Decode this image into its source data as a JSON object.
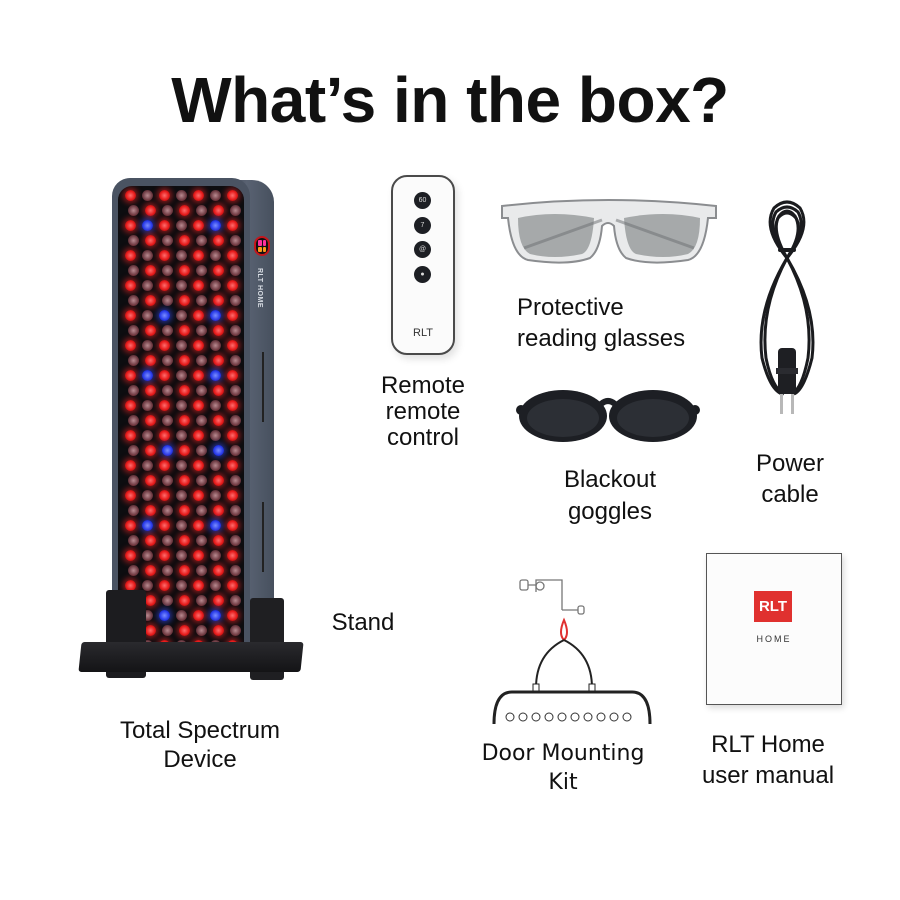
{
  "page": {
    "title": "What’s in the box?"
  },
  "items": [
    {
      "id": "device",
      "label_lines": [
        "Total Spectrum",
        "Device"
      ]
    },
    {
      "id": "stand",
      "label_lines": [
        "Stand"
      ]
    },
    {
      "id": "remote",
      "label_lines": [
        "Remote",
        "remote",
        "control"
      ]
    },
    {
      "id": "glasses",
      "label_lines": [
        "Protective",
        "reading glasses"
      ]
    },
    {
      "id": "goggles",
      "label_lines": [
        "Blackout",
        "goggles"
      ]
    },
    {
      "id": "cable",
      "label_lines": [
        "Power",
        "cable"
      ]
    },
    {
      "id": "doorkit",
      "label_lines": [
        "Door Mounting",
        "Kit"
      ]
    },
    {
      "id": "manual",
      "label_lines": [
        "RLT Home",
        "user manual"
      ]
    }
  ],
  "device": {
    "side_brand": "RLT HOME",
    "led_colors": {
      "red": "#e61a1a",
      "blue": "#2537e8",
      "nir": "#6c3a42"
    },
    "control_colors": [
      "#ff2fa0",
      "#ff2fa0",
      "#ff9a1a",
      "#ff9a1a"
    ]
  },
  "remote": {
    "buttons": [
      "60",
      "7",
      "@",
      "●"
    ],
    "logo": "RLT"
  },
  "manual": {
    "logo": "RLT",
    "subtitle": "HOME",
    "logo_color": "#e0312f"
  }
}
